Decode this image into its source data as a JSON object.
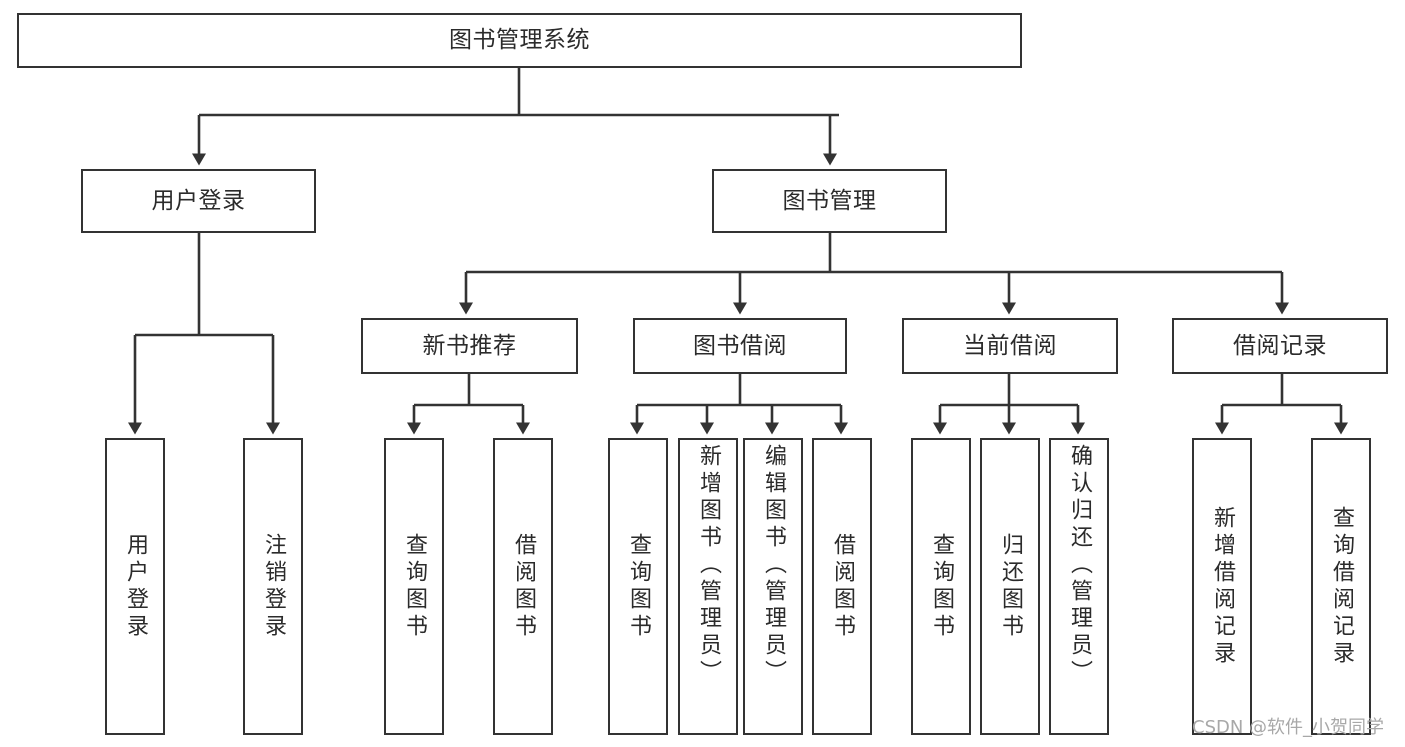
{
  "diagram": {
    "type": "tree",
    "title": "图书管理系统",
    "root": {
      "id": "root",
      "label": "图书管理系统"
    },
    "level2": [
      {
        "id": "user-login",
        "label": "用户登录"
      },
      {
        "id": "book-management",
        "label": "图书管理"
      }
    ],
    "level3": [
      {
        "id": "new-book-recommend",
        "label": "新书推荐"
      },
      {
        "id": "book-borrow",
        "label": "图书借阅"
      },
      {
        "id": "current-borrow",
        "label": "当前借阅"
      },
      {
        "id": "borrow-record",
        "label": "借阅记录"
      }
    ],
    "leaves": {
      "user_login": [
        {
          "id": "leaf-user-login",
          "label": "用户登录"
        },
        {
          "id": "leaf-logout",
          "label": "注销登录"
        }
      ],
      "new_book_recommend": [
        {
          "id": "leaf-query-book-1",
          "label": "查询图书"
        },
        {
          "id": "leaf-borrow-book-1",
          "label": "借阅图书"
        }
      ],
      "book_borrow": [
        {
          "id": "leaf-query-book-2",
          "label": "查询图书"
        },
        {
          "id": "leaf-add-book",
          "label": "新增图书（管理员）"
        },
        {
          "id": "leaf-edit-book",
          "label": "编辑图书（管理员）"
        },
        {
          "id": "leaf-borrow-book-2",
          "label": "借阅图书"
        }
      ],
      "current_borrow": [
        {
          "id": "leaf-query-book-3",
          "label": "查询图书"
        },
        {
          "id": "leaf-return-book",
          "label": "归还图书"
        },
        {
          "id": "leaf-confirm-return",
          "label": "确认归还（管理员）"
        }
      ],
      "borrow_record": [
        {
          "id": "leaf-add-record",
          "label": "新增借阅记录"
        },
        {
          "id": "leaf-query-record",
          "label": "查询借阅记录"
        }
      ]
    }
  },
  "watermark": {
    "text": "CSDN @软件_小贺同学"
  },
  "colors": {
    "stroke": "#333333",
    "text": "#2b2b2b",
    "background": "#ffffff",
    "watermark": "#a8a8a8"
  }
}
